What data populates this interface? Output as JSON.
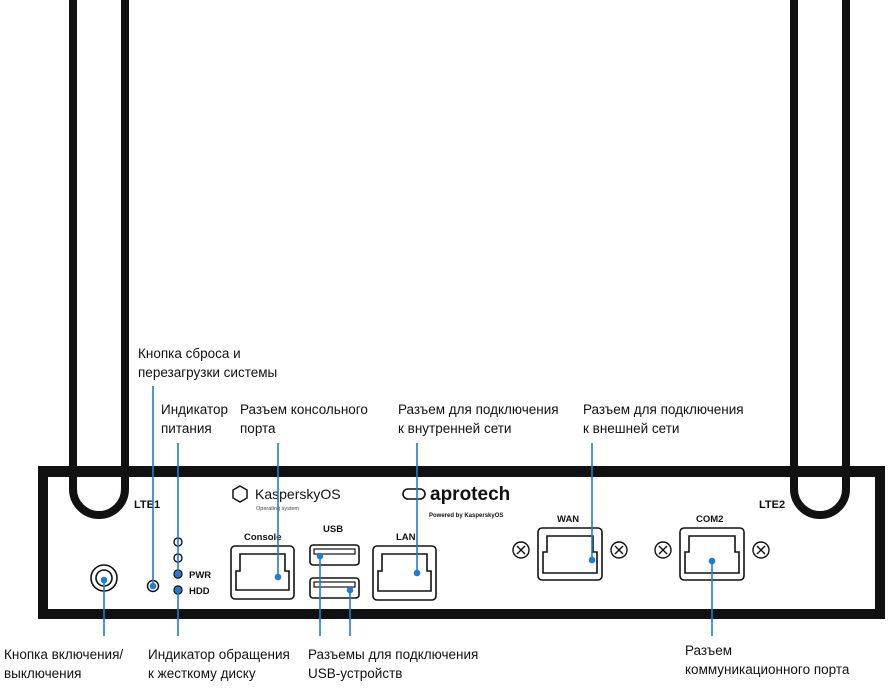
{
  "colors": {
    "outline": "#111111",
    "leader": "#1e7bd6",
    "background": "#ffffff"
  },
  "icons": {
    "brand_os": "hexagon-logo-icon",
    "brand_vendor": "aprotech-logo-icon",
    "screw": "screw-icon"
  },
  "device": {
    "antenna_left_label": "LTE1",
    "antenna_right_label": "LTE2",
    "brand_os_name": "KasperskyOS",
    "brand_os_subtitle": "Operating system",
    "brand_vendor_name": "aprotech",
    "brand_vendor_subtitle": "Powered by KasperskyOS",
    "led_pwr_label": "PWR",
    "led_hdd_label": "HDD",
    "port_console_label": "Console",
    "port_usb_label": "USB",
    "port_lan_label": "LAN",
    "port_wan_label": "WAN",
    "port_com2_label": "COM2"
  },
  "callouts": {
    "reset_line1": "Кнопка сброса и",
    "reset_line2": "перезагрузки системы",
    "power_led_line1": "Индикатор",
    "power_led_line2": "питания",
    "console_line1": "Разъем консольного",
    "console_line2": "порта",
    "lan_line1": "Разъем для подключения",
    "lan_line2": "к внутренней сети",
    "wan_line1": "Разъем для подключения",
    "wan_line2": "к внешней сети",
    "power_button_line1": "Кнопка включения/",
    "power_button_line2": "выключения",
    "hdd_led_line1": "Индикатор обращения",
    "hdd_led_line2": "к жесткому диску",
    "usb_line1": "Разъемы для подключения",
    "usb_line2": "USB-устройств",
    "com_line1": "Разъем",
    "com_line2": "коммуникационного порта"
  }
}
